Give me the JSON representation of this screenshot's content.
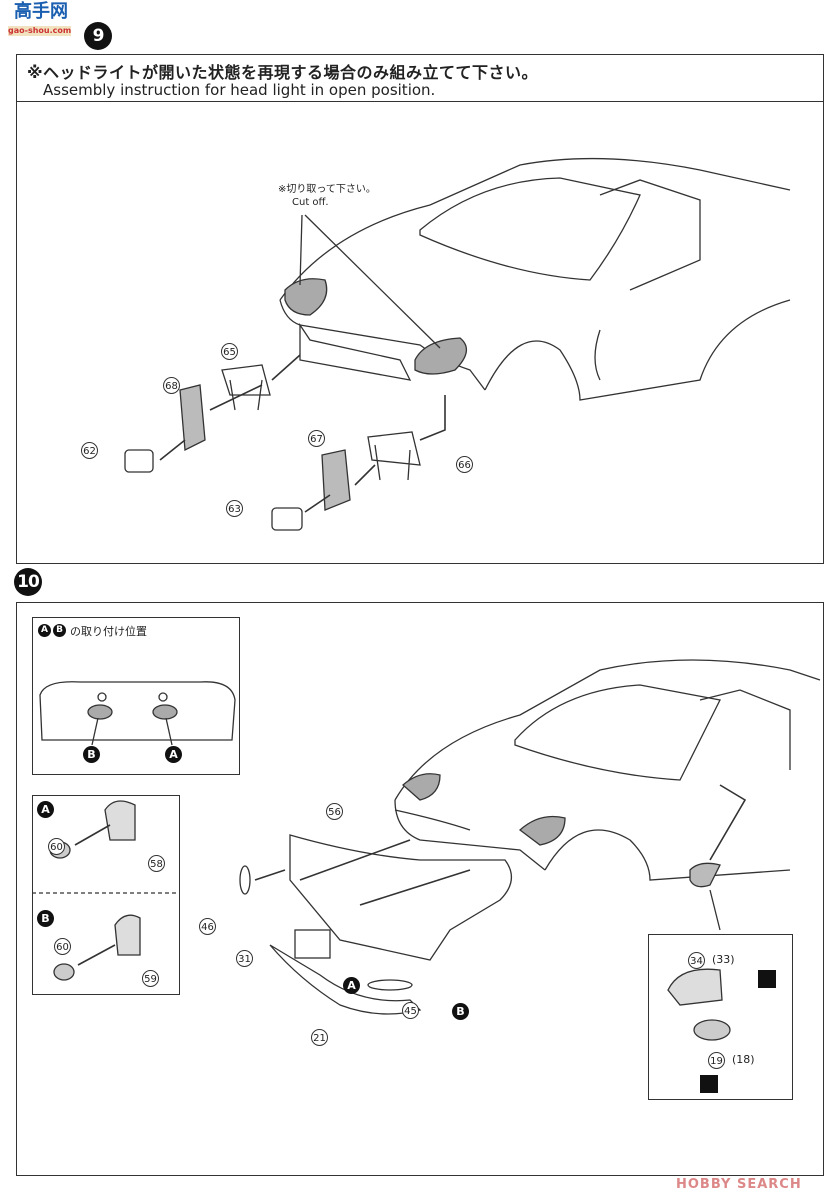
{
  "watermarks": {
    "top_left_cn": "高手网",
    "top_left_url": "gao-shou.com",
    "bottom_right": "HOBBY SEARCH"
  },
  "step9": {
    "number": "9",
    "note_jp": "※ヘッドライトが開いた状態を再現する場合のみ組み立てて下さい。",
    "note_en": "Assembly instruction for head light in open position.",
    "cut_jp": "※切り取って下さい。",
    "cut_en": "Cut off.",
    "parts": [
      "65",
      "68",
      "62",
      "67",
      "66",
      "63"
    ]
  },
  "step10": {
    "number": "10",
    "inset_title": "の取り付け位置",
    "markers": [
      "A",
      "B"
    ],
    "parts": {
      "p56": "56",
      "p46": "46",
      "p31": "31",
      "p21": "21",
      "p45": "45",
      "p60a": "60",
      "p58": "58",
      "p60b": "60",
      "p59": "59",
      "p34": "34",
      "p33": "(33)",
      "p19": "19",
      "p18": "(18)"
    }
  }
}
